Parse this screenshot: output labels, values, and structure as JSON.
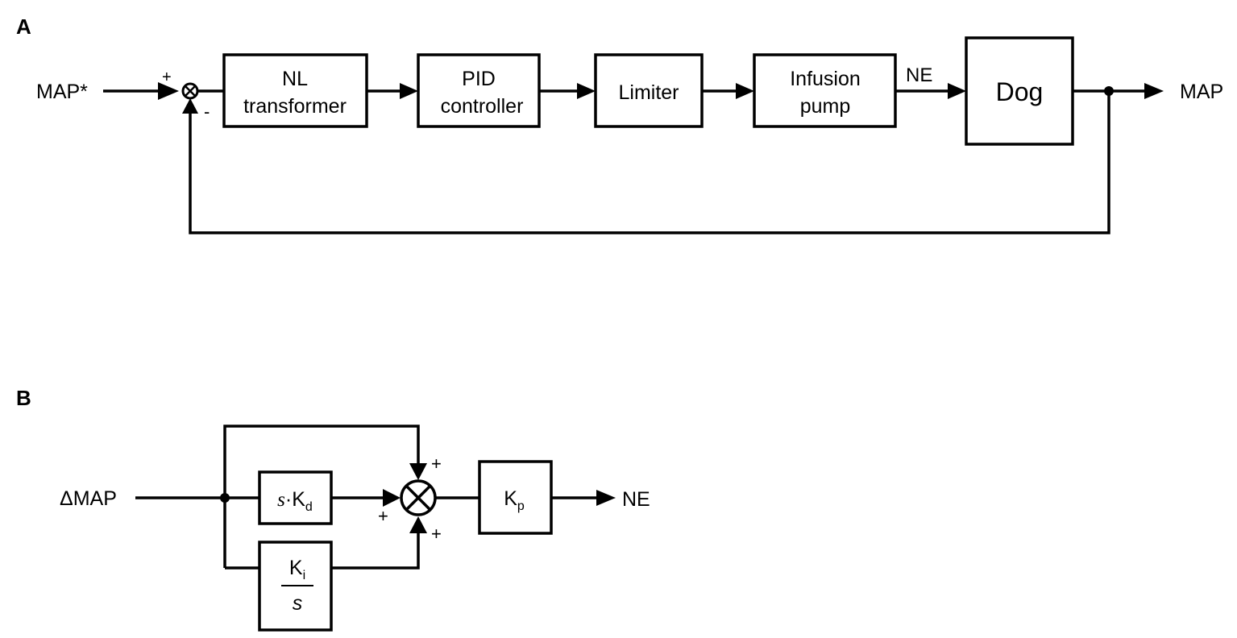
{
  "panel_a": {
    "label": "A",
    "input_label": "MAP*",
    "output_label": "MAP",
    "plus_sign": "+",
    "minus_sign": "-",
    "ne_label": "NE",
    "blocks": {
      "nl_line1": "NL",
      "nl_line2": "transformer",
      "pid_line1": "PID",
      "pid_line2": "controller",
      "limiter": "Limiter",
      "pump_line1": "Infusion",
      "pump_line2": "pump",
      "dog": "Dog"
    }
  },
  "panel_b": {
    "label": "B",
    "input_label": "ΔMAP",
    "output_label": "NE",
    "plus_top": "+",
    "plus_left": "+",
    "plus_bottom": "+",
    "kd_s": "s",
    "kd_dot": "·",
    "kd_k": "K",
    "kd_sub": "d",
    "ki_k": "K",
    "ki_sub": "i",
    "ki_den": "s",
    "kp_k": "K",
    "kp_sub": "p"
  }
}
